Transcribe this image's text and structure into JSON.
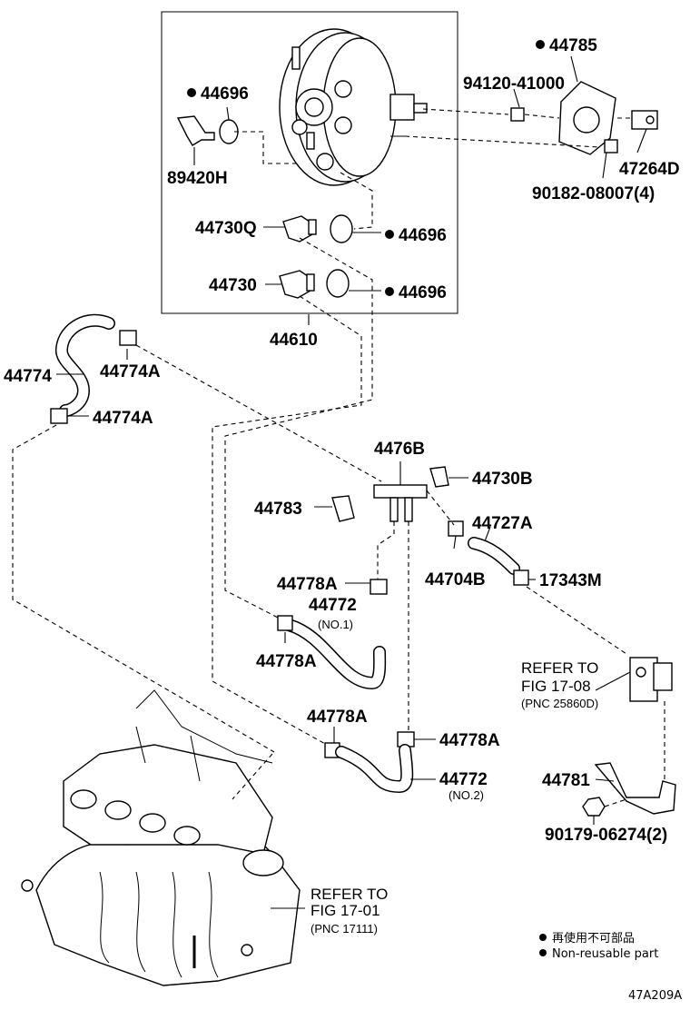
{
  "labels": {
    "p44785": "44785",
    "p94120": "94120-41000",
    "p44696_a": "44696",
    "p89420H": "89420H",
    "p47264D": "47264D",
    "p90182": "90182-08007(4)",
    "p44730Q": "44730Q",
    "p44696_b": "44696",
    "p44730": "44730",
    "p44696_c": "44696",
    "p44610": "44610",
    "p44774": "44774",
    "p44774A_a": "44774A",
    "p44774A_b": "44774A",
    "p4476B": "4476B",
    "p44730B": "44730B",
    "p44783": "44783",
    "p44727A": "44727A",
    "p44704B": "44704B",
    "p17343M": "17343M",
    "p44778A_a": "44778A",
    "p44772_a": "44772",
    "p44772_a_sub": "(NO.1)",
    "p44778A_b": "44778A",
    "p44778A_c": "44778A",
    "p44778A_d": "44778A",
    "p44772_b": "44772",
    "p44772_b_sub": "(NO.2)",
    "p44781": "44781",
    "p90179": "90179-06274(2)"
  },
  "refs": {
    "ref1_line1": "REFER TO",
    "ref1_line2": "FIG 17-08",
    "ref1_line3": "(PNC 25860D)",
    "ref2_line1": "REFER TO",
    "ref2_line2": "FIG 17-01",
    "ref2_line3": "(PNC 17111)"
  },
  "legend": {
    "line1": "再使用不可部品",
    "line2": "Non-reusable part"
  },
  "figure_code": "47A209A"
}
